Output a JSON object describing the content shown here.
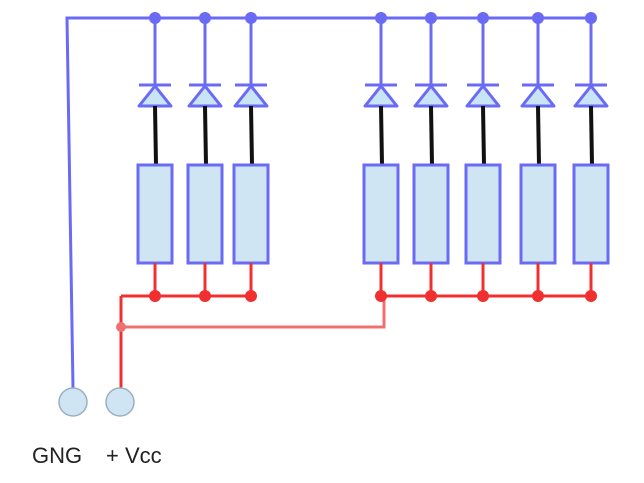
{
  "colors": {
    "ground_wire": "#6a6af5",
    "vcc_wire": "#f03030",
    "vcc_wire_light": "#f07070",
    "diode_fill": "#c9e4f5",
    "diode_stroke": "#6a6af5",
    "lead_wire": "#111111",
    "resistor_fill": "#cfe5f4",
    "resistor_stroke": "#6a6af5",
    "terminal_fill": "#cfe5f4",
    "terminal_stroke": "#9ab0c0"
  },
  "left_group": {
    "branch_count": 3
  },
  "right_group": {
    "branch_count": 5
  },
  "terminals": [
    {
      "id": "ground",
      "label": "GNG"
    },
    {
      "id": "vcc",
      "label": "+ Vcc"
    }
  ]
}
